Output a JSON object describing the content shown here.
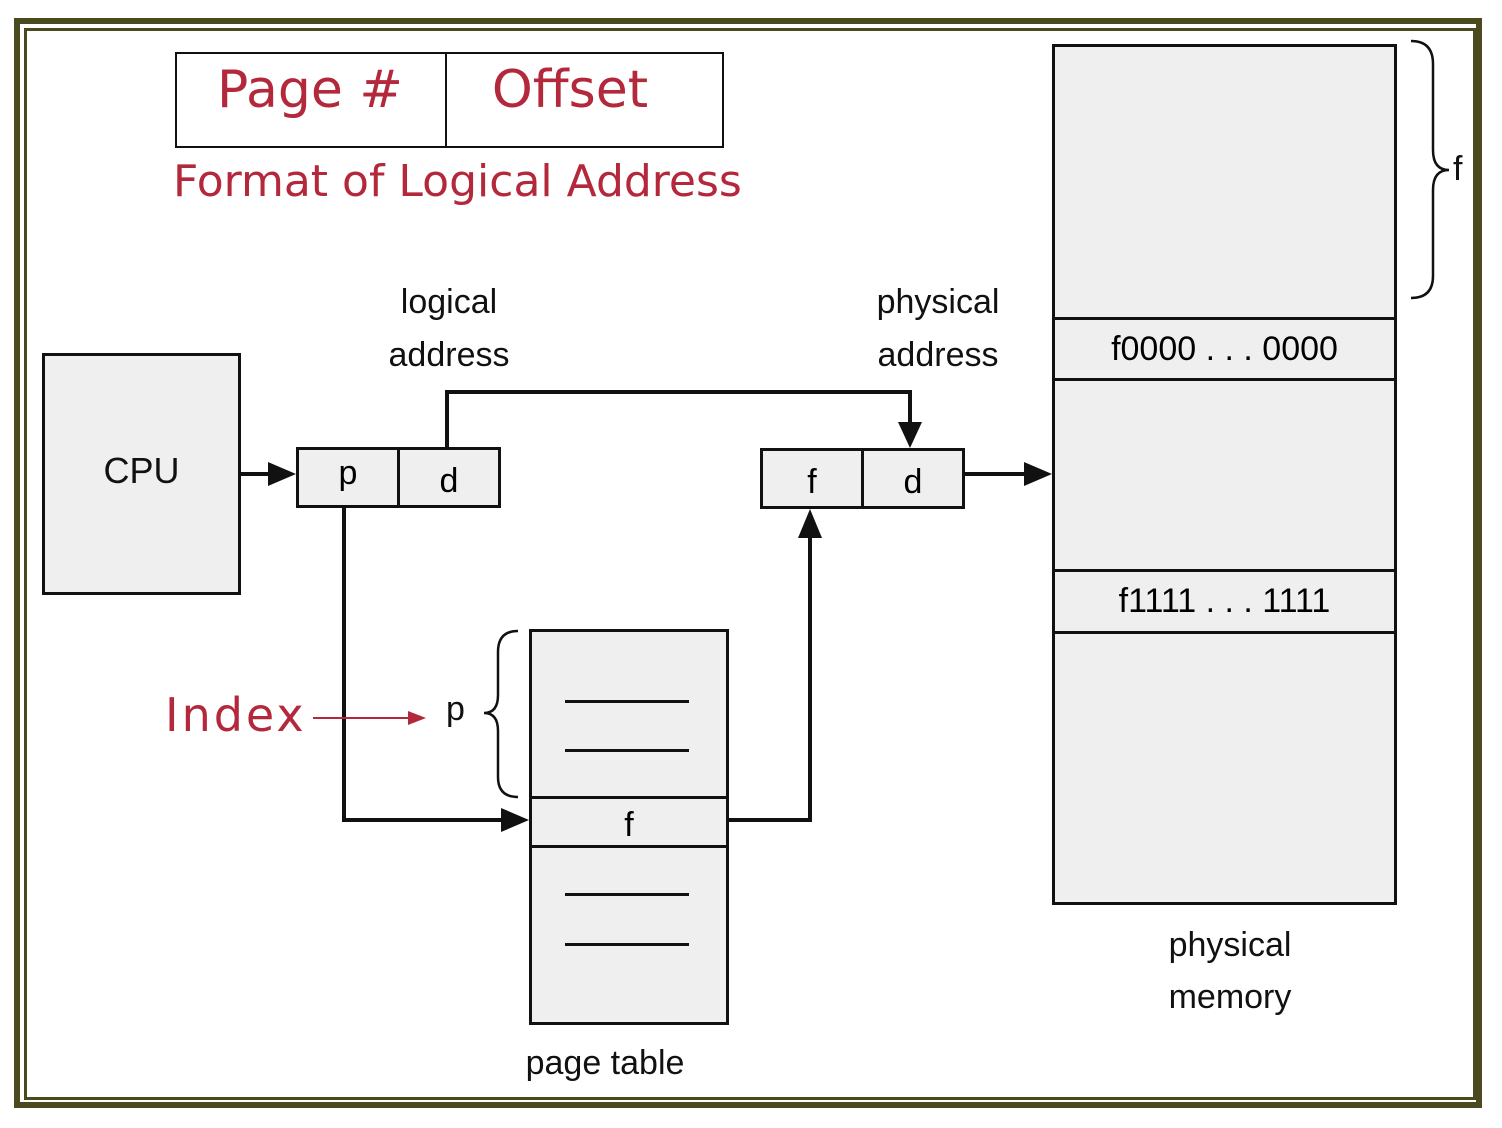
{
  "format_box": {
    "page": "Page #",
    "offset": "Offset",
    "caption": "Format of Logical Address"
  },
  "cpu": "CPU",
  "logical_address": {
    "line1": "logical",
    "line2": "address",
    "p": "p",
    "d": "d"
  },
  "physical_address": {
    "line1": "physical",
    "line2": "address",
    "f": "f",
    "d": "d"
  },
  "page_table": {
    "entry": "f",
    "label": "page table",
    "brace_label": "p"
  },
  "index_label": "Index",
  "physical_memory": {
    "row1": "f0000 . . . 0000",
    "row2": "f1111 . . . 1111",
    "line1": "physical",
    "line2": "memory",
    "brace_label": "f"
  },
  "colors": {
    "accent": "#b3283a",
    "frame": "#4b4a1e",
    "fill": "#efefef"
  }
}
